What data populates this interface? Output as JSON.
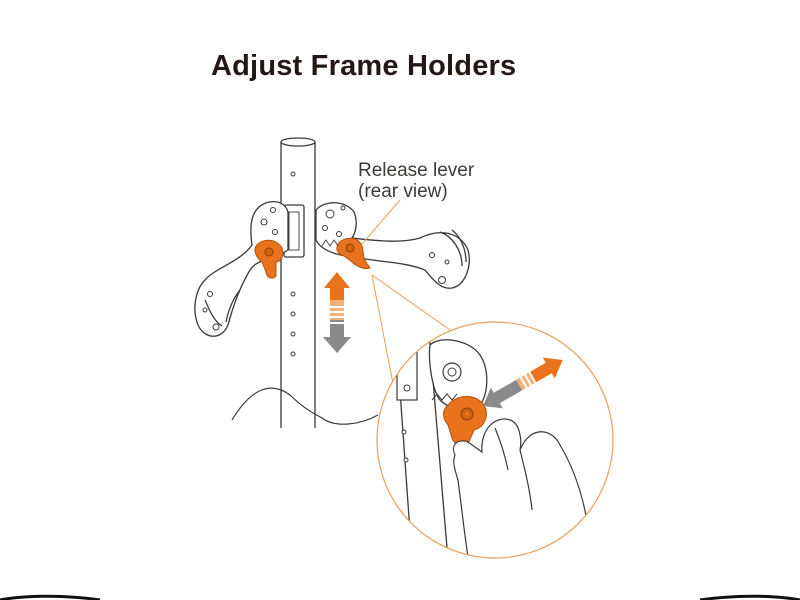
{
  "title": "Adjust Frame Holders",
  "callout": {
    "line1": "Release lever",
    "line2": "(rear view)"
  },
  "colors": {
    "accent": "#e8731c",
    "arrow_gray": "#8a8a8a",
    "line": "#3a3a3a",
    "leader": "#e6a15a"
  },
  "icons": {
    "adjust_arrow": "up-down-arrow-icon",
    "release_arrow": "diagonal-double-arrow-icon"
  }
}
